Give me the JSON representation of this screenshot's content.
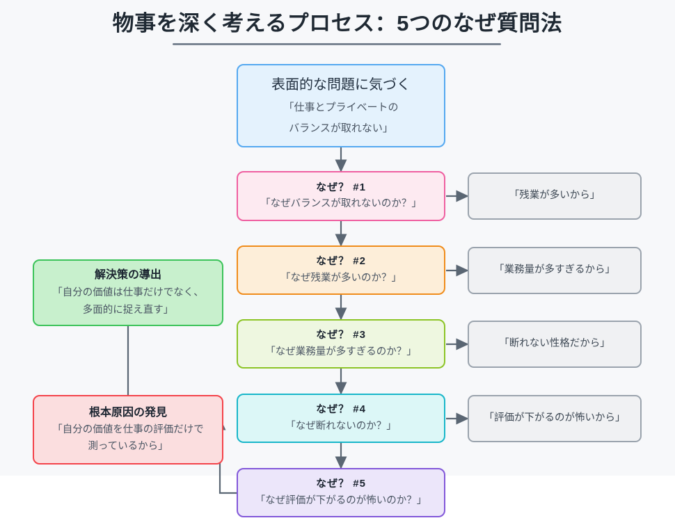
{
  "page": {
    "title": "物事を深く考えるプロセス：5つのなぜ質問法",
    "background_color": "#f7f8fa",
    "page_color": "#ffffff"
  },
  "diagram": {
    "type": "flowchart",
    "edge_color": "#5a6673",
    "nodes": {
      "problem": {
        "title": "表面的な問題に気づく",
        "subtitle_line1": "「仕事とプライベートの",
        "subtitle_line2": "バランスが取れない」",
        "fill": "#e4f2fd",
        "stroke": "#54a8f0"
      },
      "why1": {
        "title": "なぜ？ #1",
        "subtitle": "「なぜバランスが取れないのか？」",
        "fill": "#fdeaf1",
        "stroke": "#ef5fa0"
      },
      "why2": {
        "title": "なぜ？ #2",
        "subtitle": "「なぜ残業が多いのか？」",
        "fill": "#fdeed9",
        "stroke": "#f08c1b"
      },
      "why3": {
        "title": "なぜ？ #3",
        "subtitle": "「なぜ業務量が多すぎるのか？」",
        "fill": "#eef7e0",
        "stroke": "#8cc426"
      },
      "why4": {
        "title": "なぜ？ #4",
        "subtitle": "「なぜ断れないのか？」",
        "fill": "#dcf7f7",
        "stroke": "#18b6c9"
      },
      "why5": {
        "title": "なぜ？ #5",
        "subtitle": "「なぜ評価が下がるのが怖いのか？」",
        "fill": "#ece6fa",
        "stroke": "#8257d9"
      },
      "answer1": {
        "text": "「残業が多いから」",
        "fill": "#f0f1f3",
        "stroke": "#9aa3ad"
      },
      "answer2": {
        "text": "「業務量が多すぎるから」",
        "fill": "#f0f1f3",
        "stroke": "#9aa3ad"
      },
      "answer3": {
        "text": "「断れない性格だから」",
        "fill": "#f0f1f3",
        "stroke": "#9aa3ad"
      },
      "answer4": {
        "text": "「評価が下がるのが怖いから」",
        "fill": "#f0f1f3",
        "stroke": "#9aa3ad"
      },
      "root_cause": {
        "title": "根本原因の発見",
        "subtitle_line1": "「自分の価値を仕事の評価だけで",
        "subtitle_line2": "測っているから」",
        "fill": "#fbdedf",
        "stroke": "#f4434a"
      },
      "solution": {
        "title": "解決策の導出",
        "subtitle_line1": "「自分の価値は仕事だけでなく、",
        "subtitle_line2": "多面的に捉え直す」",
        "fill": "#c8f0cd",
        "stroke": "#3cc35a"
      }
    }
  }
}
